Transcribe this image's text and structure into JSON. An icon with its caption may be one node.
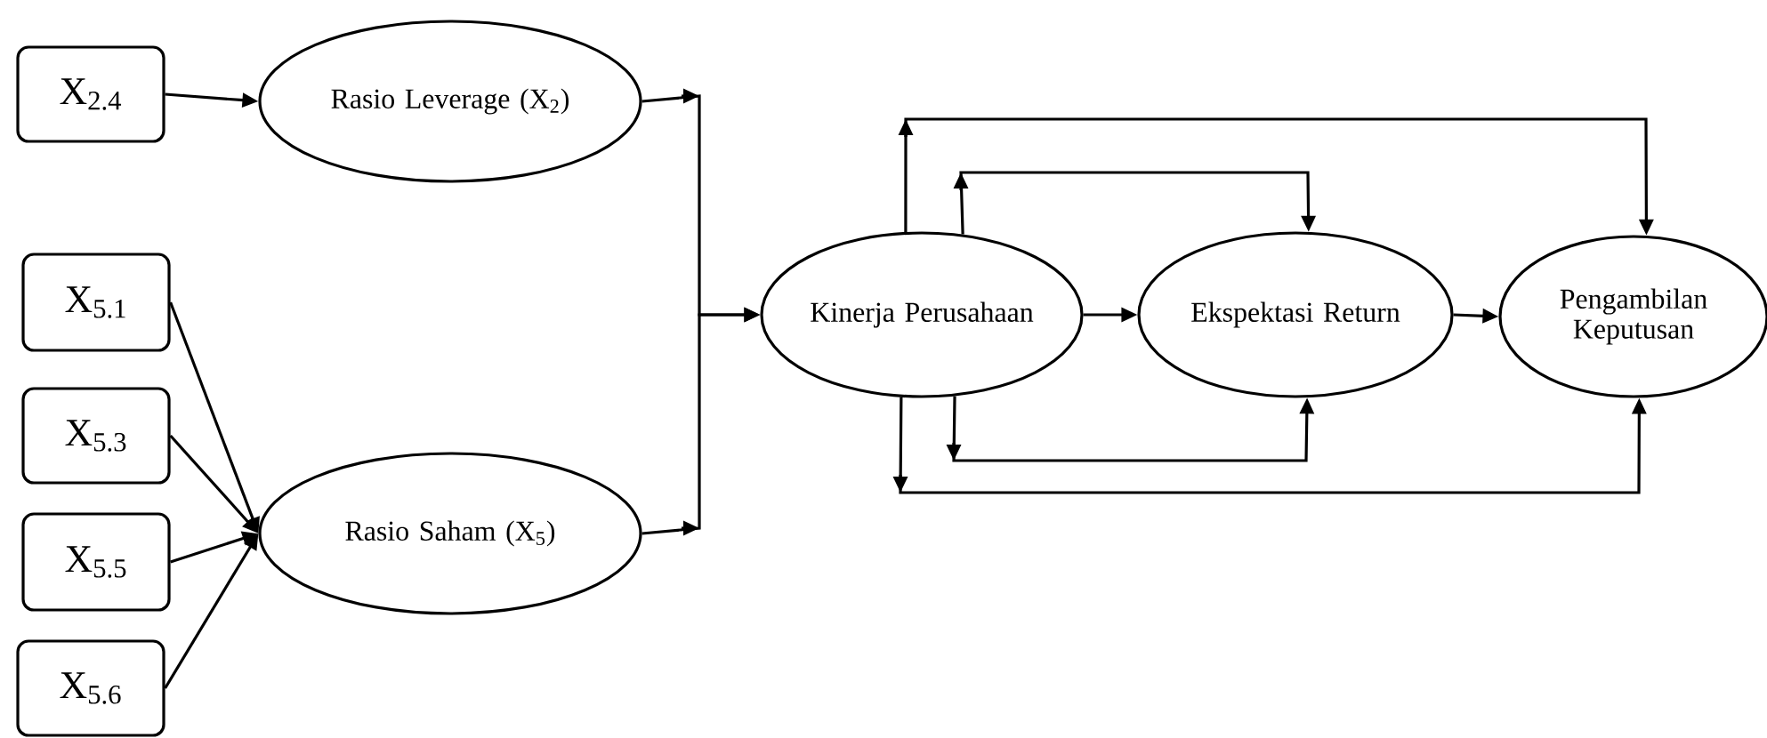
{
  "diagram": {
    "nodes": [
      {
        "text": [
          "X$_{2.4}$"
        ]
      },
      {
        "text": [
          "Rasio Leverage (X$_{2}$)"
        ]
      },
      {
        "text": [
          "X$_{5.1}$"
        ]
      },
      {
        "text": [
          "X$_{5.3}$"
        ]
      },
      {
        "text": [
          "X$_{5.5}$"
        ]
      },
      {
        "text": [
          "X$_{5.6}$"
        ]
      },
      {
        "text": [
          "Rasio Saham (X$_{5}$)"
        ]
      },
      {
        "text": [
          "Kinerja Perusahaan"
        ]
      },
      {
        "text": [
          "Ekspektasi Return"
        ]
      },
      {
        "text": [
          "Pengambilan Keputusan"
        ]
      }
    ],
    "edges": [
      {
        "from": 0,
        "to": 1,
        "arrow": "to"
      },
      {
        "from": 2,
        "to": 6,
        "arrow": "to"
      },
      {
        "from": 3,
        "to": 6,
        "arrow": "to"
      },
      {
        "from": 4,
        "to": 6,
        "arrow": "to"
      },
      {
        "from": 5,
        "to": 6,
        "arrow": "to"
      },
      {
        "from": 1,
        "to": 7,
        "arrow": "to"
      },
      {
        "from": 6,
        "to": 7,
        "arrow": "to"
      },
      {
        "from": 7,
        "to": 8,
        "arrow": "to"
      },
      {
        "from": 7,
        "to": 8,
        "arrow": "to"
      },
      {
        "from": 7,
        "to": 8,
        "arrow": "to"
      },
      {
        "from": 7,
        "to": 9,
        "arrow": "to"
      },
      {
        "from": 7,
        "to": 9,
        "arrow": "to"
      },
      {
        "from": 8,
        "to": 9,
        "arrow": "to"
      }
    ]
  }
}
